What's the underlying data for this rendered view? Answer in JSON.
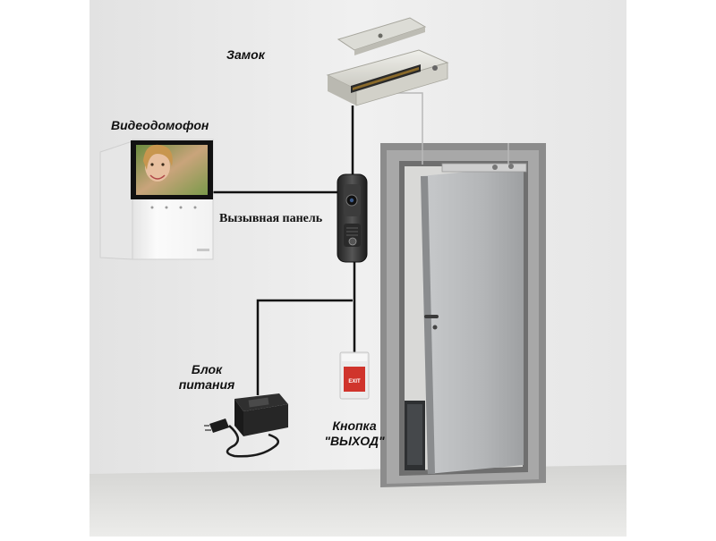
{
  "labels": {
    "lock": "Замок",
    "intercom": "Видеодомофон",
    "call_panel": "Вызывная панель",
    "power_line1": "Блок",
    "power_line2": "питания",
    "exit_line1": "Кнопка",
    "exit_line2": "\"ВЫХОД\""
  },
  "exit_button_text": "EXIT",
  "colors": {
    "wall": "#eeeeee",
    "floor": "#dcdcda",
    "wire": "#111111",
    "door": "#b4b6b8",
    "frame": "#9a9a9a",
    "exit_button_red": "#d0342c"
  }
}
